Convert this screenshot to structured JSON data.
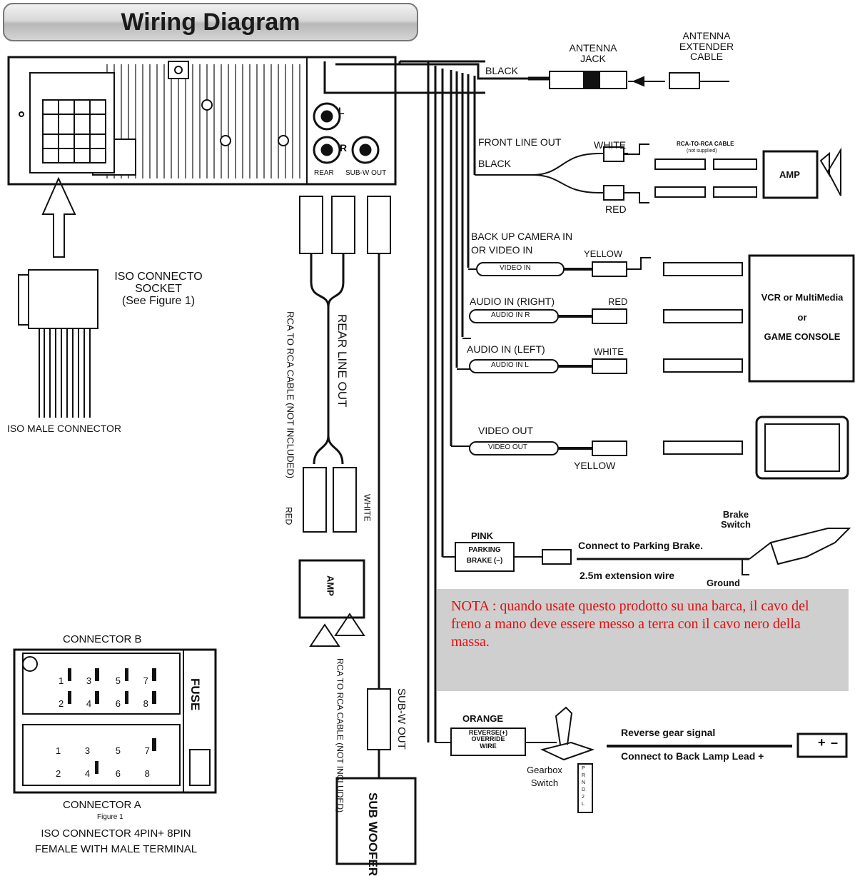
{
  "title": "Wiring Diagram",
  "colors": {
    "note_bg": "#cfcfcf",
    "note_text": "#e01010",
    "line": "#111111"
  },
  "head_unit": {
    "rear": "REAR",
    "subw_out": "SUB-W OUT",
    "l": "L",
    "r": "R"
  },
  "iso": {
    "socket_label": [
      "ISO CONNECTO",
      "SOCKET",
      "(See Figure 1)"
    ],
    "male_connector": "ISO MALE CONNECTOR"
  },
  "antenna": {
    "wire_color": "BLACK",
    "jack": [
      "ANTENNA",
      "JACK"
    ],
    "extender": [
      "ANTENNA",
      "EXTENDER",
      "CABLE"
    ]
  },
  "front_line_out": {
    "label": "FRONT LINE OUT",
    "black": "BLACK",
    "white": "WHITE",
    "red": "RED",
    "rca_cable": "RCA-TO-RCA CABLE",
    "not_supplied": "(not supplied)",
    "amp": "AMP"
  },
  "inputs": {
    "camera_label": [
      "BACK UP CAMERA IN",
      "OR VIDEO IN"
    ],
    "video_in_tag": "VIDEO IN",
    "yellow": "YELLOW",
    "audio_right_label": "AUDIO IN (RIGHT)",
    "audio_right_tag": "AUDIO IN  R",
    "red": "RED",
    "audio_left_label": "AUDIO IN (LEFT)",
    "audio_left_tag": "AUDIO IN  L",
    "white": "WHITE",
    "device": [
      "VCR or MultiMedia",
      "or",
      "GAME CONSOLE"
    ]
  },
  "video_out": {
    "label": "VIDEO OUT",
    "tag": "VIDEO OUT",
    "yellow": "YELLOW"
  },
  "parking": {
    "pink": "PINK",
    "tag": [
      "PARKING",
      "BRAKE (–)"
    ],
    "connect": "Connect to Parking Brake.",
    "extension": "2.5m extension  wire",
    "ground": "Ground",
    "brake_switch": [
      "Brake",
      "Switch"
    ]
  },
  "note": "NOTA : quando usate questo prodotto su una barca, il cavo  del freno a mano deve essere messo a terra con il cavo nero della massa.",
  "reverse": {
    "orange": "ORANGE",
    "tag": [
      "REVERSE(+)",
      "OVERRIDE",
      "WIRE"
    ],
    "gearbox": [
      "Gearbox",
      "Switch"
    ],
    "signal": "Reverse gear signal",
    "connect": "Connect to Back Lamp Lead +",
    "gears": [
      "P",
      "R",
      "N",
      "D",
      "2",
      "L"
    ]
  },
  "rear_line_out": {
    "label": "REAR LINE OUT",
    "cable": [
      "RCA TO RCA CABLE",
      "(NOT INCLUDED)"
    ],
    "white": "WHITE",
    "red": "RED",
    "amp": "AMP"
  },
  "subwoofer": {
    "label": "SUB-W OUT",
    "cable": [
      "RCA TO RCA CABLE",
      "(NOT INCLUDED)"
    ],
    "box": [
      "SUB",
      "WOOFER"
    ]
  },
  "figure1": {
    "connector_b": "CONNECTOR  B",
    "connector_a": "CONNECTOR  A",
    "figure": "Figure 1",
    "fuse": "FUSE",
    "pins": [
      "1",
      "2",
      "3",
      "4",
      "5",
      "6",
      "7",
      "8"
    ],
    "caption": [
      "ISO CONNECTOR 4PIN+ 8PIN",
      "FEMALE WITH MALE TERMINAL"
    ]
  }
}
